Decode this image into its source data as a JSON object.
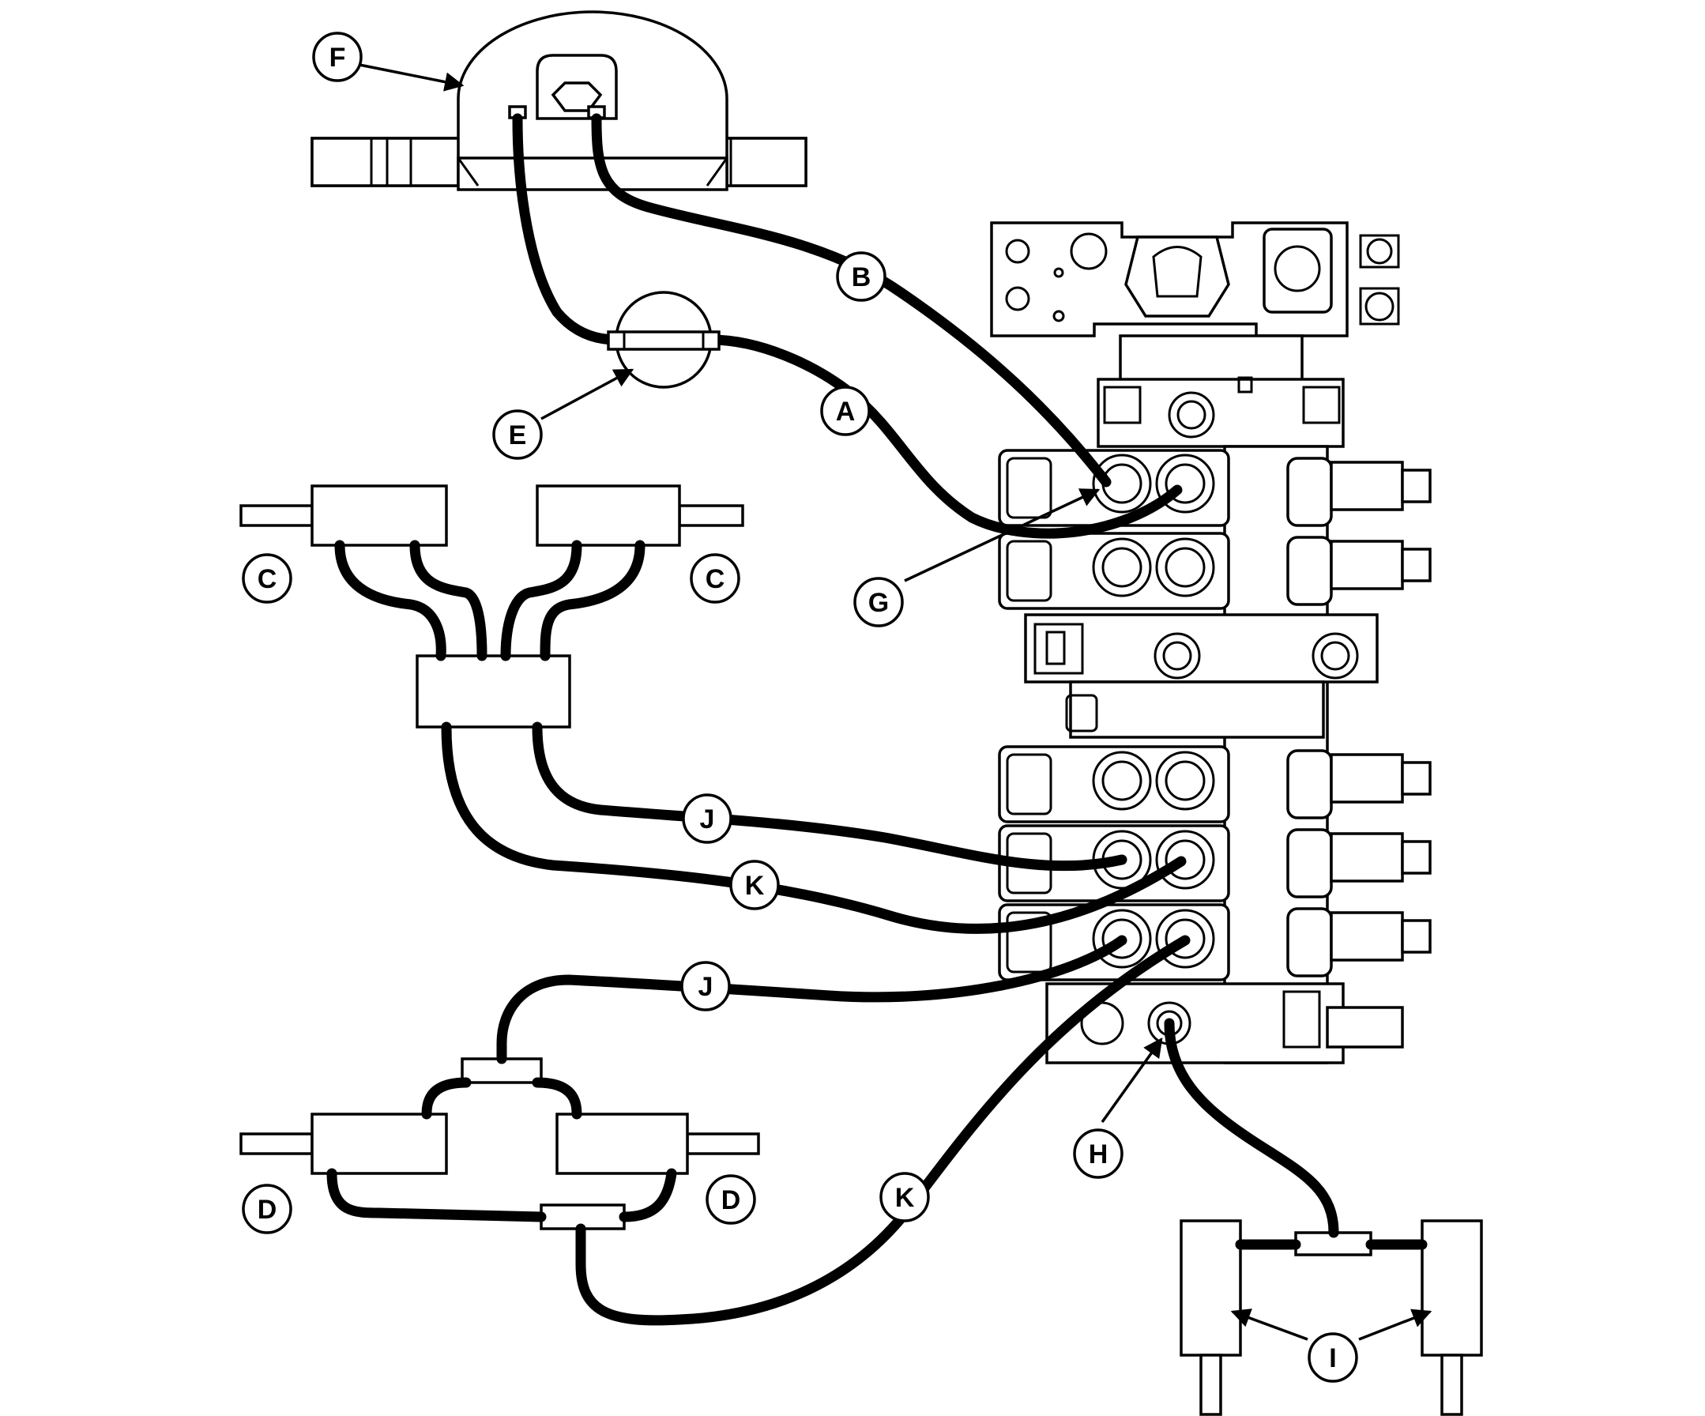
{
  "labels": {
    "A": "A",
    "B": "B",
    "C": "C",
    "D": "D",
    "E": "E",
    "F": "F",
    "G": "G",
    "H": "H",
    "I": "I",
    "J": "J",
    "K": "K"
  },
  "colors": {
    "line": "#000000",
    "background": "#ffffff"
  }
}
